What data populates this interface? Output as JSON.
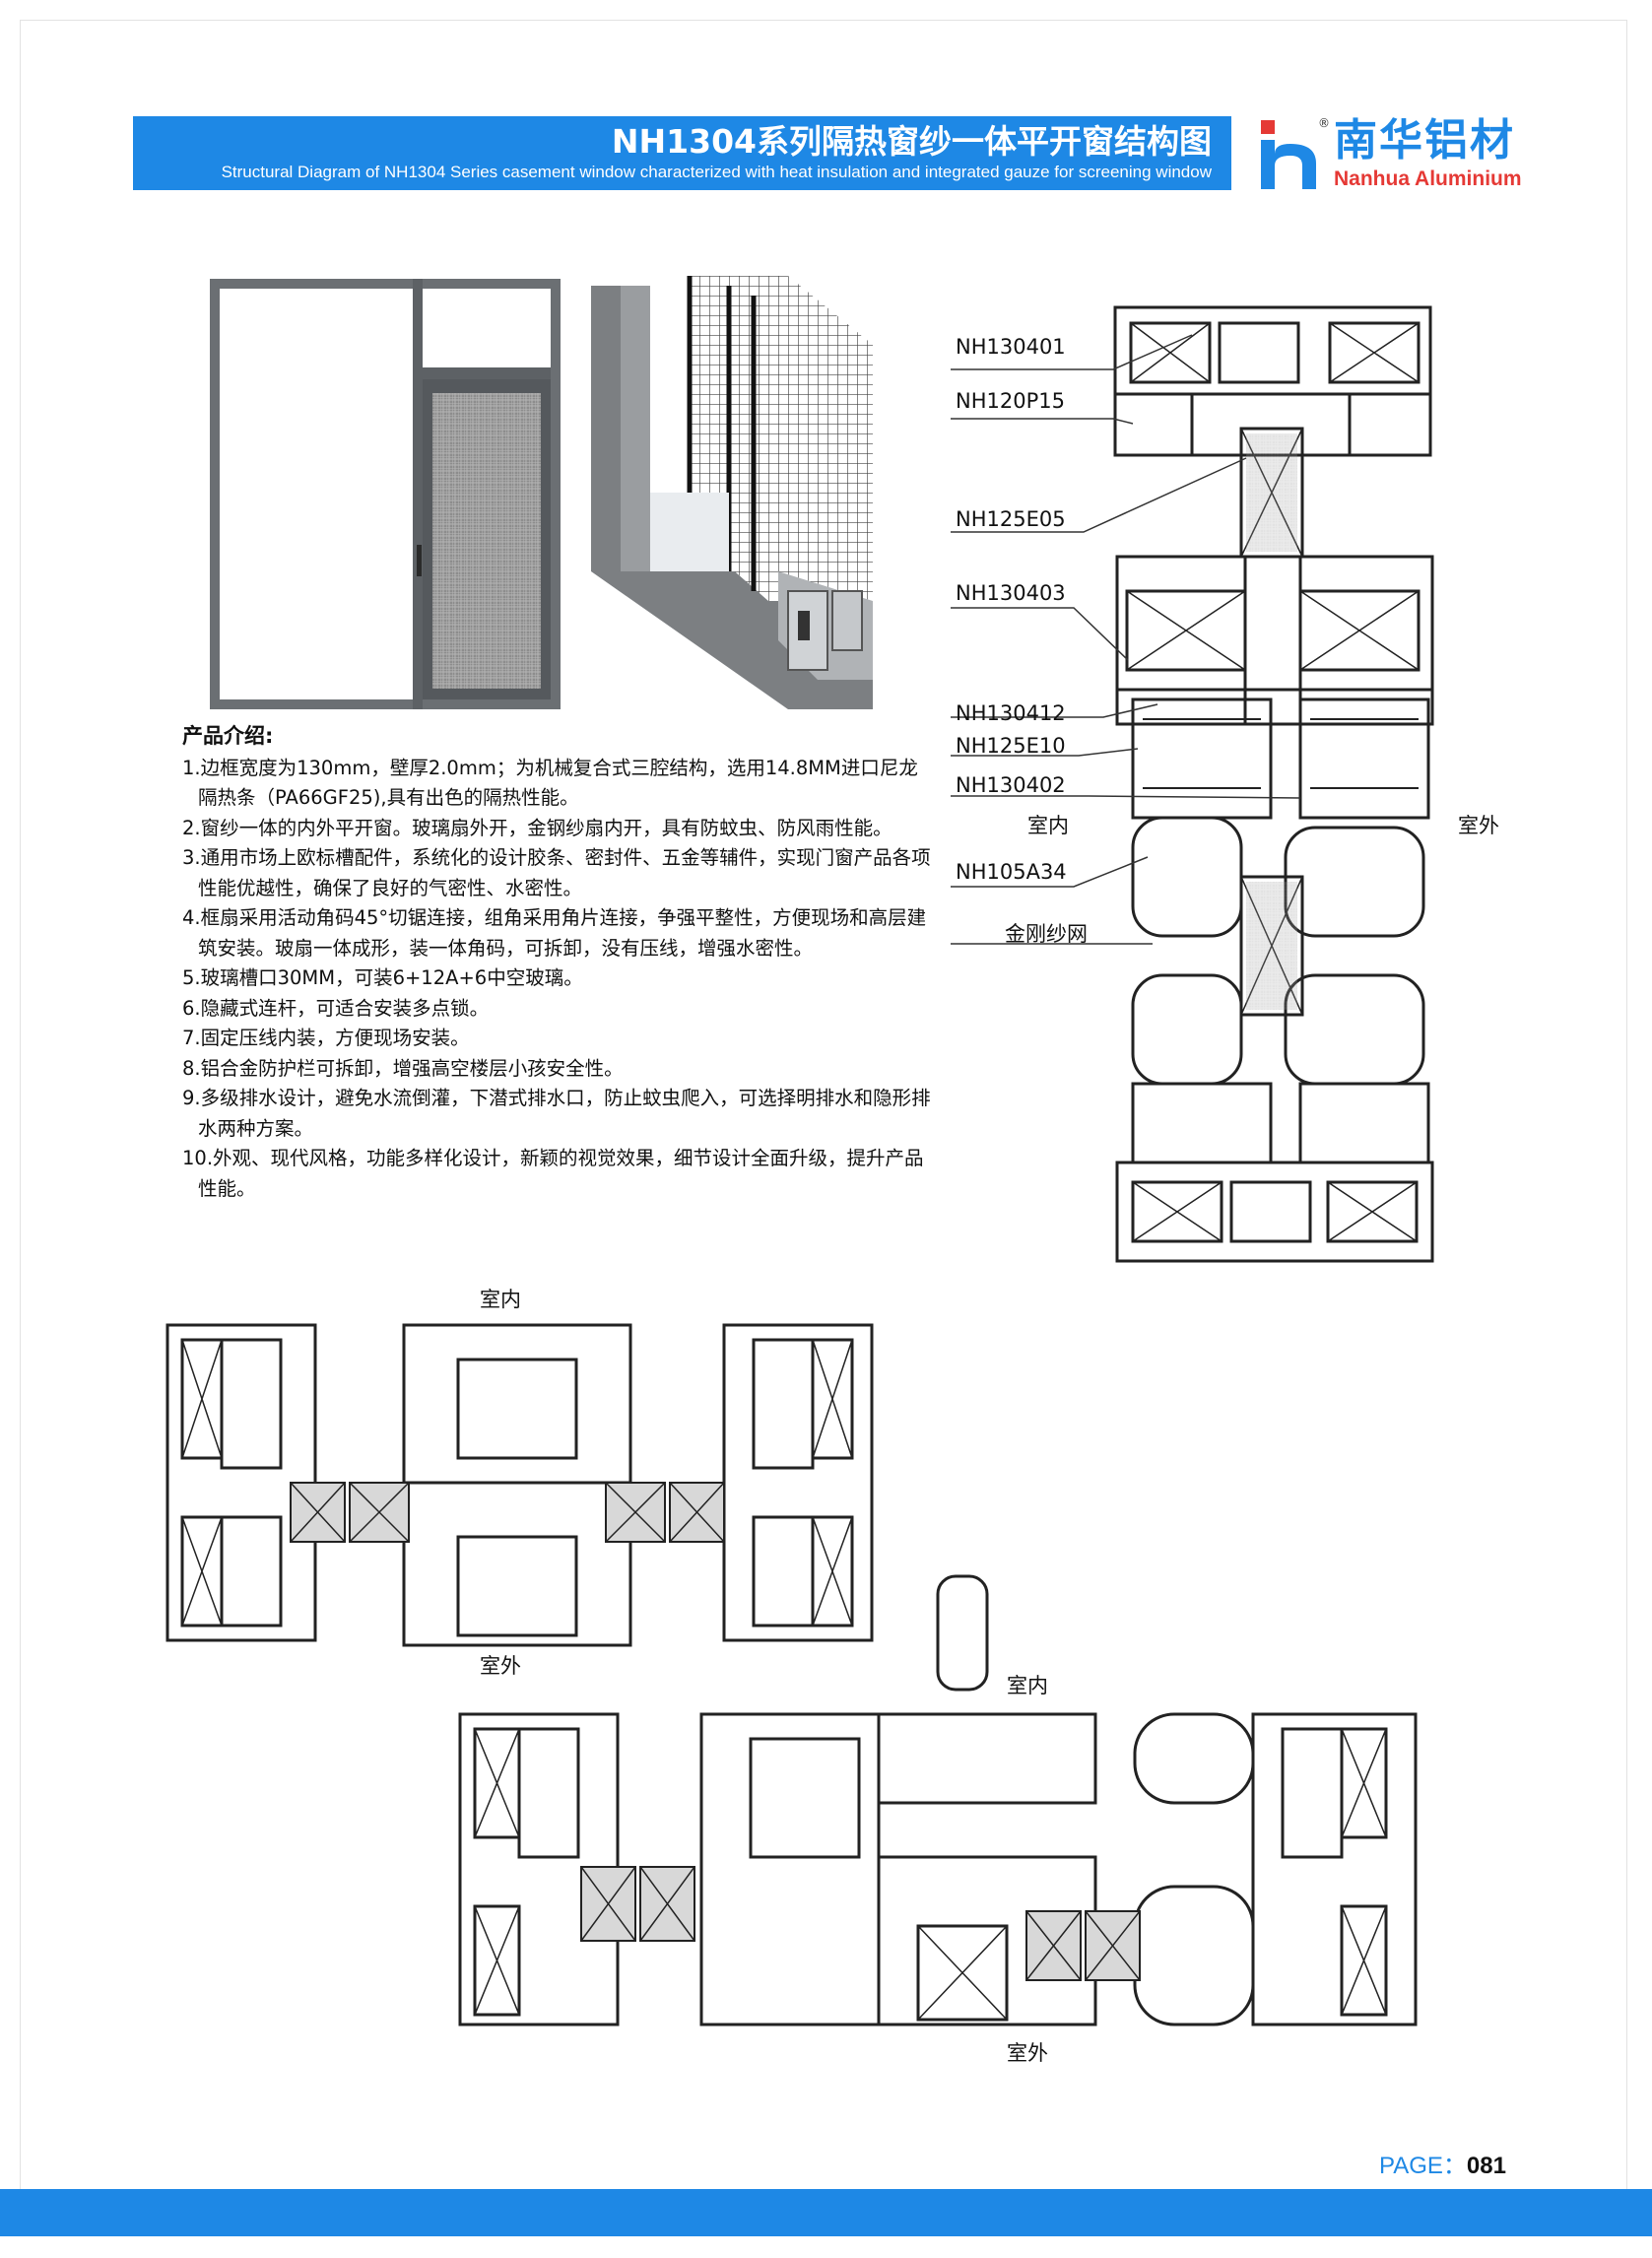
{
  "header": {
    "title_zh": "NH1304系列隔热窗纱一体平开窗结构图",
    "title_en": "Structural Diagram of NH1304 Series casement window characterized with heat insulation and integrated gauze for screening window"
  },
  "logo": {
    "name_zh": "南华铝材",
    "name_en": "Nanhua Aluminium",
    "reg_mark": "®",
    "colors": {
      "blue": "#1e88e5",
      "red": "#e53935"
    }
  },
  "intro": {
    "title": "产品介绍:",
    "items": [
      "1.边框宽度为130mm，壁厚2.0mm；为机械复合式三腔结构，选用14.8MM进口尼龙隔热条（PA66GF25),具有出色的隔热性能。",
      "2.窗纱一体的内外平开窗。玻璃扇外开，金钢纱扇内开，具有防蚊虫、防风雨性能。",
      "3.通用市场上欧标槽配件，系统化的设计胶条、密封件、五金等辅件，实现门窗产品各项性能优越性，确保了良好的气密性、水密性。",
      "4.框扇采用活动角码45°切锯连接，组角采用角片连接，争强平整性，方便现场和高层建筑安装。玻扇一体成形，装一体角码，可拆卸，没有压线，增强水密性。",
      "5.玻璃槽口30MM，可装6+12A+6中空玻璃。",
      "6.隐藏式连杆，可适合安装多点锁。",
      "7.固定压线内装，方便现场安装。",
      "8.铝合金防护栏可拆卸，增强高空楼层小孩安全性。",
      "9.多级排水设计，避免水流倒灌，下潜式排水口，防止蚊虫爬入，可选择明排水和隐形排水两种方案。",
      "10.外观、现代风格，功能多样化设计，新颖的视觉效果，细节设计全面升级，提升产品性能。"
    ]
  },
  "vertical_diagram": {
    "parts": [
      "NH130401",
      "NH120P15",
      "NH125E05",
      "NH130403",
      "NH130412",
      "NH125E10",
      "NH130402",
      "NH105A34"
    ],
    "gauze_label": "金刚纱网",
    "indoor": "室内",
    "outdoor": "室外"
  },
  "mid_diagram": {
    "indoor": "室内",
    "outdoor": "室外"
  },
  "bottom_diagram": {
    "indoor": "室内",
    "outdoor": "室外"
  },
  "footer": {
    "page_label": "PAGE：",
    "page_number": "081"
  }
}
